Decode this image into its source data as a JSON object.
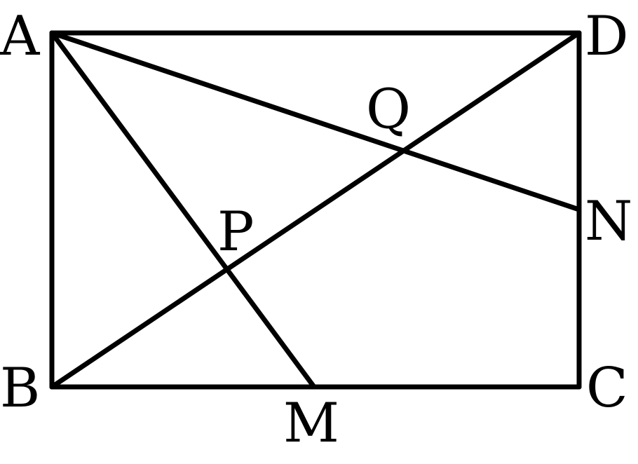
{
  "diagram": {
    "points": {
      "A": "A",
      "B": "B",
      "C": "C",
      "D": "D",
      "M": "M",
      "N": "N",
      "P": "P",
      "Q": "Q"
    },
    "stroke_color": "#000000",
    "background_color": "#ffffff"
  }
}
